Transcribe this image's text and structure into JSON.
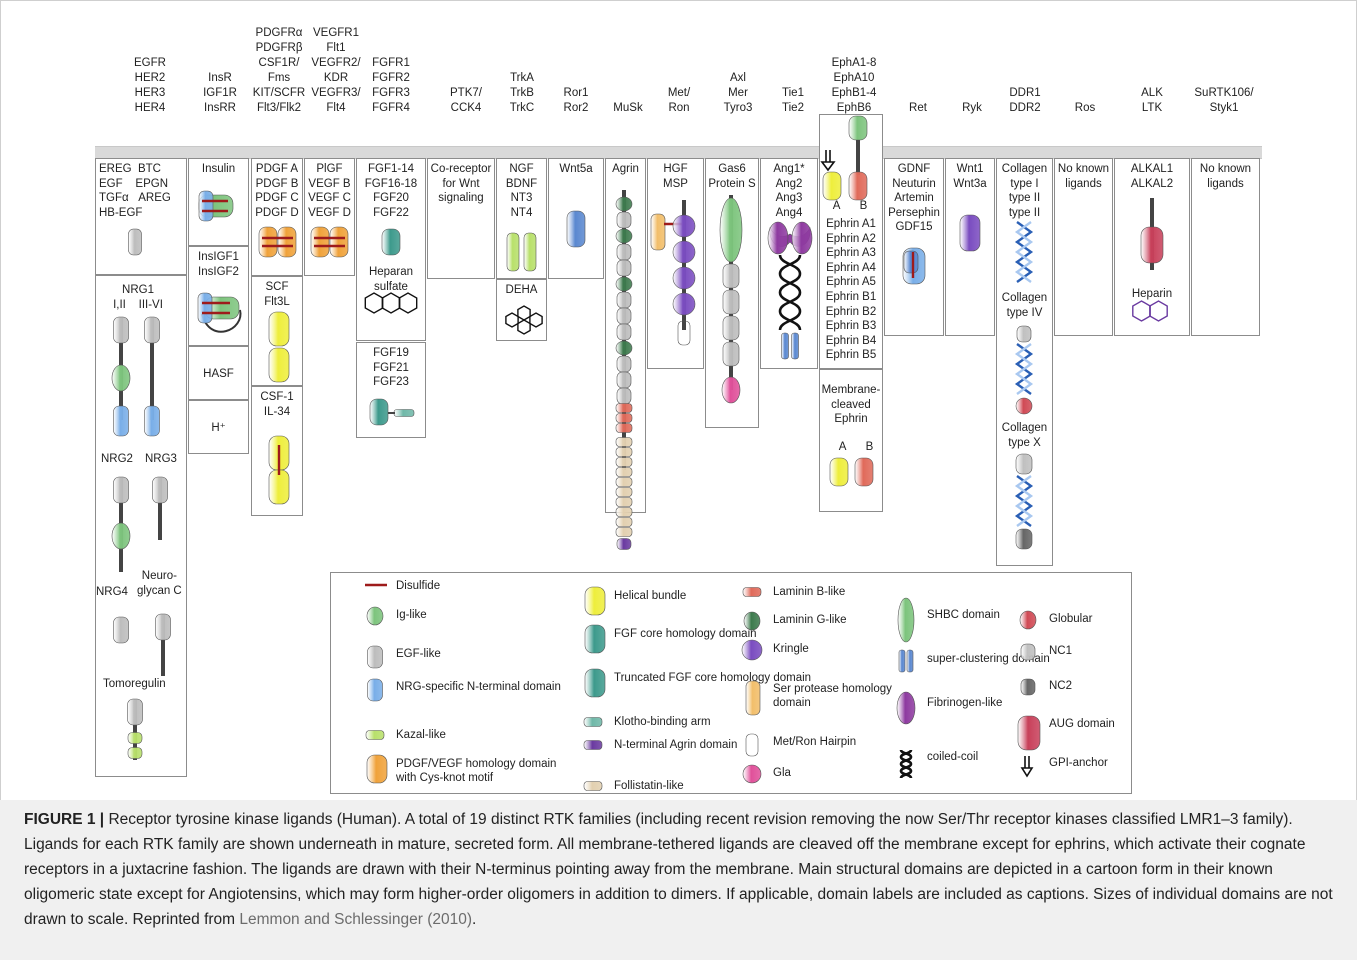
{
  "receptors": [
    {
      "lines": [
        "EGFR",
        "HER2",
        "HER3",
        "HER4"
      ]
    },
    {
      "lines": [
        "InsR",
        "IGF1R",
        "InsRR"
      ]
    },
    {
      "lines": [
        "PDGFRα",
        "PDGFRβ",
        "CSF1R/",
        "Fms",
        "KIT/SCFR",
        "Flt3/Flk2"
      ]
    },
    {
      "lines": [
        "VEGFR1",
        "Flt1",
        "VEGFR2/",
        "KDR",
        "VEGFR3/",
        "Flt4"
      ]
    },
    {
      "lines": [
        "FGFR1",
        "FGFR2",
        "FGFR3",
        "FGFR4"
      ]
    },
    {
      "lines": [
        "PTK7/",
        "CCK4"
      ]
    },
    {
      "lines": [
        "TrkA",
        "TrkB",
        "TrkC"
      ]
    },
    {
      "lines": [
        "Ror1",
        "Ror2"
      ]
    },
    {
      "lines": [
        "MuSk"
      ]
    },
    {
      "lines": [
        "Met/",
        "Ron"
      ]
    },
    {
      "lines": [
        "Axl",
        "Mer",
        "Tyro3"
      ]
    },
    {
      "lines": [
        "Tie1",
        "Tie2"
      ]
    },
    {
      "lines": [
        "EphA1-8",
        "EphA10",
        "EphB1-4",
        "EphB6"
      ]
    },
    {
      "lines": [
        "Ret"
      ]
    },
    {
      "lines": [
        "Ryk"
      ]
    },
    {
      "lines": [
        "DDR1",
        "DDR2"
      ]
    },
    {
      "lines": [
        "Ros"
      ]
    },
    {
      "lines": [
        "ALK",
        "LTK"
      ]
    },
    {
      "lines": [
        "SuRTK106/",
        "Styk1"
      ]
    }
  ],
  "ligands": {
    "egf": [
      "EREG  BTC",
      "EGF    EPGN",
      "TGFα   AREG",
      "HB-EGF"
    ],
    "nrg1": [
      "NRG1",
      "I,II    III-VI"
    ],
    "nrg2": "NRG2",
    "nrg3": "NRG3",
    "nrg4": "NRG4",
    "neuroglycan": [
      "Neuro-",
      "glycan C"
    ],
    "tomoregulin": "Tomoregulin",
    "insulin": "Insulin",
    "insigf": [
      "InsIGF1",
      "InsIGF2"
    ],
    "hasf": "HASF",
    "hplus": "H⁺",
    "pdgf": [
      "PDGF A",
      "PDGF B",
      "PDGF C",
      "PDGF D"
    ],
    "scf": [
      "SCF",
      "Flt3L"
    ],
    "csf": [
      "CSF-1",
      "IL-34"
    ],
    "vegf": [
      "PlGF",
      "VEGF B",
      "VEGF C",
      "VEGF D"
    ],
    "fgf": [
      "FGF1-14",
      "FGF16-18",
      "FGF20",
      "FGF22"
    ],
    "heparan": [
      "Heparan",
      "sulfate"
    ],
    "fgf19": [
      "FGF19",
      "FGF21",
      "FGF23"
    ],
    "ptk7": [
      "Co-receptor",
      "for Wnt",
      "signaling"
    ],
    "ngf": [
      "NGF",
      "BDNF",
      "NT3",
      "NT4"
    ],
    "deha": "DEHA",
    "wnt5a": "Wnt5a",
    "agrin": "Agrin",
    "hgf": [
      "HGF",
      "MSP"
    ],
    "gas6": [
      "Gas6",
      "Protein S"
    ],
    "ang": [
      "Ang1*",
      "Ang2",
      "Ang3",
      "Ang4"
    ],
    "ab": [
      "A",
      "B"
    ],
    "ephrins": [
      "Ephrin A1",
      "Ephrin A2",
      "Ephrin A3",
      "Ephrin A4",
      "Ephrin A5",
      "Ephrin B1",
      "Ephrin B2",
      "Ephrin B3",
      "Ephrin B4",
      "Ephrin B5"
    ],
    "membrane_cleaved": [
      "Membrane-",
      "cleaved",
      "Ephrin"
    ],
    "gdnf": [
      "GDNF",
      "Neuturin",
      "Artemin",
      "Persephin",
      "GDF15"
    ],
    "wnt1": [
      "Wnt1",
      "Wnt3a"
    ],
    "collagen1": [
      "Collagen",
      "type I",
      "type II",
      "type II"
    ],
    "collagen4": [
      "Collagen",
      "type IV"
    ],
    "collagen10": [
      "Collagen",
      "type X"
    ],
    "ros": [
      "No known",
      "ligands"
    ],
    "alkal": [
      "ALKAL1",
      "ALKAL2"
    ],
    "heparin": "Heparin",
    "surtk": [
      "No known",
      "ligands"
    ]
  },
  "legend": [
    {
      "sym": "disulfide",
      "label": "Disulfide"
    },
    {
      "sym": "ig",
      "label": "Ig-like"
    },
    {
      "sym": "egf",
      "label": "EGF-like"
    },
    {
      "sym": "nrg",
      "label": "NRG-specific N-terminal domain"
    },
    {
      "sym": "kazal",
      "label": "Kazal-like"
    },
    {
      "sym": "pdgf",
      "label": "PDGF/VEGF homology domain with Cys-knot motif"
    },
    {
      "sym": "helical",
      "label": "Helical bundle"
    },
    {
      "sym": "fgf",
      "label": "FGF core homology domain"
    },
    {
      "sym": "tfgf",
      "label": "Truncated FGF core homology domain"
    },
    {
      "sym": "klotho",
      "label": "Klotho-binding arm"
    },
    {
      "sym": "agrin",
      "label": "N-terminal Agrin domain"
    },
    {
      "sym": "follistatin",
      "label": "Follistatin-like"
    },
    {
      "sym": "lamb",
      "label": "Laminin B-like"
    },
    {
      "sym": "lamg",
      "label": "Laminin G-like"
    },
    {
      "sym": "kringle",
      "label": "Kringle"
    },
    {
      "sym": "serprot",
      "label": "Ser protease homology domain"
    },
    {
      "sym": "metron",
      "label": "Met/Ron Hairpin"
    },
    {
      "sym": "gla",
      "label": "Gla"
    },
    {
      "sym": "shbc",
      "label": "SHBC domain"
    },
    {
      "sym": "superclust",
      "label": "super-clustering domain"
    },
    {
      "sym": "fibrinogen",
      "label": "Fibrinogen-like"
    },
    {
      "sym": "coiled",
      "label": "coiled-coil"
    },
    {
      "sym": "globular",
      "label": "Globular"
    },
    {
      "sym": "nc1",
      "label": "NC1"
    },
    {
      "sym": "nc2",
      "label": "NC2"
    },
    {
      "sym": "aug",
      "label": "AUG domain"
    },
    {
      "sym": "gpi",
      "label": "GPI-anchor"
    }
  ],
  "caption": {
    "fig": "FIGURE 1 |",
    "text": " Receptor tyrosine kinase ligands (Human). A total of 19 distinct RTK families (including recent revision removing the now Ser/Thr receptor kinases classified LMR1–3 family). Ligands for each RTK family are shown underneath in mature, secreted form. All membrane-tethered ligands are cleaved off the membrane except for ephrins, which activate their cognate receptors in a juxtacrine fashion. The ligands are drawn with their N-terminus pointing away from the membrane. Main structural domains are depicted in a cartoon form in their known oligomeric state except for Angiotensins, which may form higher-order oligomers in addition to dimers. If applicable, domain labels are included as captions. Sizes of individual domains are not drawn to scale. Reprinted from ",
    "ref": "Lemmon and Schlessinger (2010)",
    "end": "."
  },
  "colors": {
    "ig": "#7dc47d",
    "egf": "#bdbdbd",
    "nrg": "#79aee8",
    "kazal": "#b8e06a",
    "pdgf": "#f0a23a",
    "helical": "#eeee3c",
    "fgf": "#3d9a8c",
    "lamb": "#e06a5a",
    "lamg": "#3d7a4d",
    "kringle": "#7a4cc0",
    "serprot": "#f2be6a",
    "gla": "#e0509a",
    "shbc": "#7cc47c",
    "superclust": "#5a88d0",
    "fibrinogen": "#8e3aa0",
    "globular": "#d04a55",
    "nc1": "#c0c0c0",
    "nc2": "#666666",
    "aug": "#c8405a",
    "disulfide": "#9e1b1b",
    "agrin": "#6a3aa0",
    "follistatin": "#e2d0b0",
    "klotho": "#6fb8a8",
    "stalk": "#444444"
  }
}
